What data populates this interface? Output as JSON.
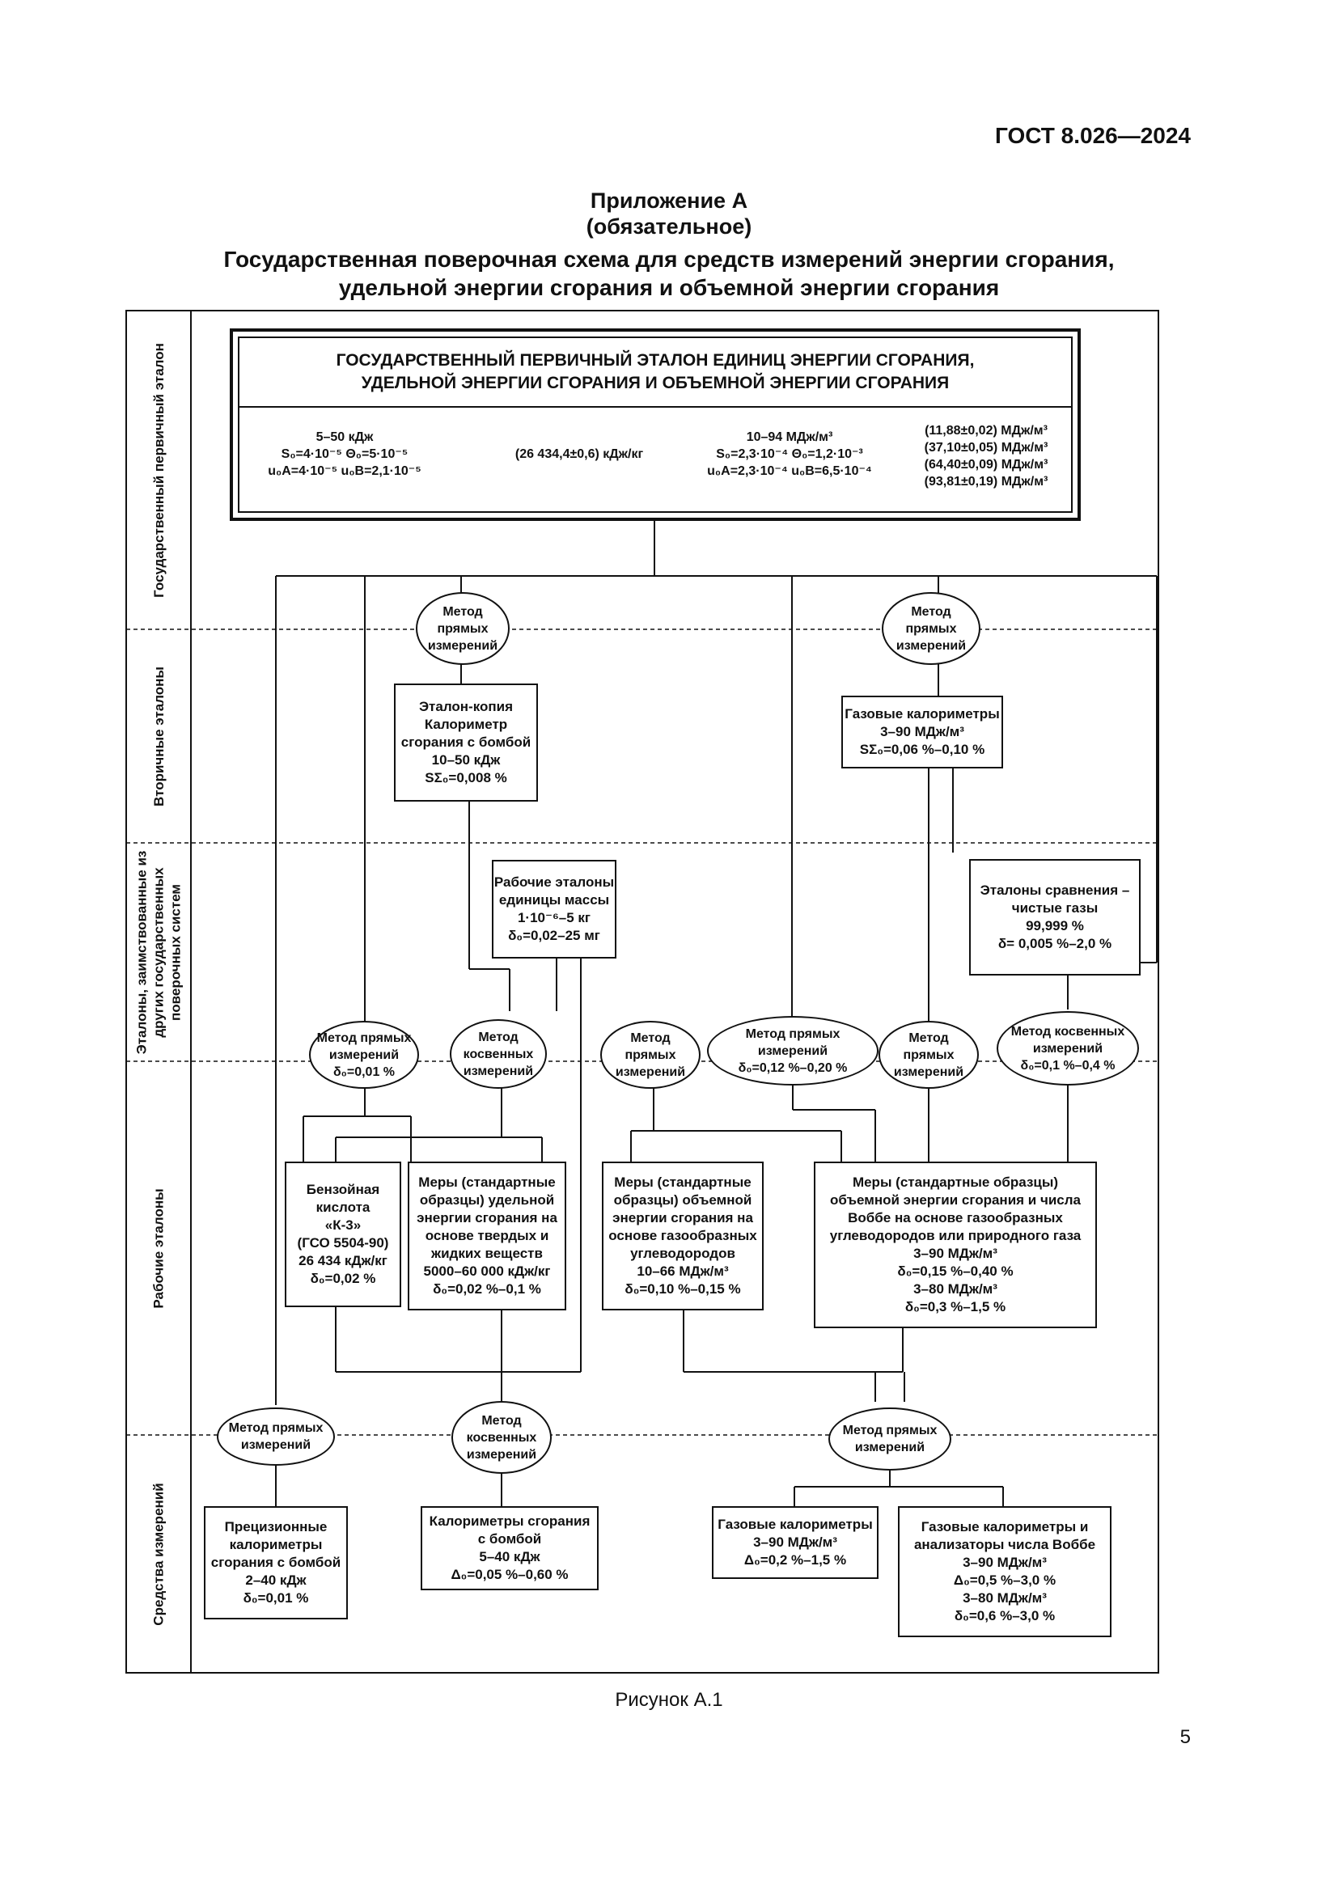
{
  "header": {
    "standard": "ГОСТ 8.026—2024",
    "appendix_title": "Приложение А",
    "appendix_status": "(обязательное)",
    "scheme_title_line1": "Государственная поверочная схема для средств измерений энергии сгорания,",
    "scheme_title_line2": "удельной энергии сгорания и объемной энергии сгорания"
  },
  "levels": {
    "primary": "Государственный первичный эталон",
    "secondary": "Вторичные эталоны",
    "borrowed_line1": "Эталоны, заимствованные из",
    "borrowed_line2": "других государственных",
    "borrowed_line3": "поверочных систем",
    "working": "Рабочие эталоны",
    "instruments": "Средства измерений"
  },
  "primary_standard": {
    "title_line1": "ГОСУДАРСТВЕННЫЙ ПЕРВИЧНЫЙ ЭТАЛОН ЕДИНИЦ ЭНЕРГИИ СГОРАНИЯ,",
    "title_line2": "УДЕЛЬНОЙ ЭНЕРГИИ СГОРАНИЯ И ОБЪЕМНОЙ ЭНЕРГИИ СГОРАНИЯ",
    "col1": [
      "5–50 кДж",
      "S₀=4·10⁻⁵  Θ₀=5·10⁻⁵",
      "u₀A=4·10⁻⁵ u₀B=2,1·10⁻⁵"
    ],
    "col2": "(26 434,4±0,6) кДж/кг",
    "col3": [
      "10–94 МДж/м³",
      "S₀=2,3·10⁻⁴  Θ₀=1,2·10⁻³",
      "u₀A=2,3·10⁻⁴ u₀B=6,5·10⁻⁴"
    ],
    "col4": [
      "(11,88±0,02) МДж/м³",
      "(37,10±0,05) МДж/м³",
      "(64,40±0,09) МДж/м³",
      "(93,81±0,19) МДж/м³"
    ]
  },
  "methods": {
    "sec_left": [
      "Метод",
      "прямых",
      "измерений"
    ],
    "sec_right": [
      "Метод",
      "прямых",
      "измерений"
    ],
    "w1": [
      "Метод прямых",
      "измерений",
      "δ₀=0,01 %"
    ],
    "w2": [
      "Метод",
      "косвенных",
      "измерений"
    ],
    "w3": [
      "Метод",
      "прямых",
      "измерений"
    ],
    "w4": [
      "Метод прямых",
      "измерений",
      "δ₀=0,12 %–0,20 %"
    ],
    "w5": [
      "Метод",
      "прямых",
      "измерений"
    ],
    "w6": [
      "Метод косвенных",
      "измерений",
      "δ₀=0,1 %–0,4 %"
    ],
    "m1": [
      "Метод прямых",
      "измерений"
    ],
    "m2": [
      "Метод",
      "косвенных",
      "измерений"
    ],
    "m3": [
      "Метод прямых",
      "измерений"
    ]
  },
  "secondary_boxes": {
    "copy": [
      "Эталон-копия",
      "Калориметр",
      "сгорания с бомбой",
      "10–50 кДж",
      "SΣ₀=0,008 %"
    ],
    "gas": [
      "Газовые калориметры",
      "3–90 МДж/м³",
      "SΣ₀=0,06 %–0,10 %"
    ]
  },
  "borrowed_boxes": {
    "mass": [
      "Рабочие эталоны",
      "единицы массы",
      "1·10⁻⁶–5 кг",
      "δ₀=0,02–25 мг"
    ],
    "gases": [
      "Эталоны сравнения –",
      "чистые газы",
      "99,999 %",
      "δ= 0,005 %–2,0 %"
    ]
  },
  "working_boxes": {
    "benzoic": [
      "Бензойная",
      "кислота",
      "«К-3»",
      "(ГСО 5504-90)",
      "26 434 кДж/кг",
      "δ₀=0,02 %"
    ],
    "solid": [
      "Меры (стандартные",
      "образцы) удельной",
      "энергии сгорания на",
      "основе твердых и",
      "жидких веществ",
      "5000–60 000 кДж/кг",
      "δ₀=0,02 %–0,1 %"
    ],
    "gasvol": [
      "Меры (стандартные",
      "образцы) объемной",
      "энергии сгорания на",
      "основе газообразных",
      "углеводородов",
      "10–66 МДж/м³",
      "δ₀=0,10 %–0,15 %"
    ],
    "wobbe": [
      "Меры (стандартные образцы)",
      "объемной энергии сгорания и числа",
      "Воббе на основе газообразных",
      "углеводородов или природного газа",
      "3–90 МДж/м³",
      "δ₀=0,15 %–0,40 %",
      "3–80 МДж/м³",
      "δ₀=0,3 %–1,5 %"
    ]
  },
  "instrument_boxes": {
    "precision": [
      "Прецизионные",
      "калориметры",
      "сгорания с бомбой",
      "2–40 кДж",
      "δ₀=0,01 %"
    ],
    "bomb": [
      "Калориметры сгорания",
      "с бомбой",
      "5–40 кДж",
      "Δ₀=0,05 %–0,60 %"
    ],
    "gascal": [
      "Газовые калориметры",
      "3–90 МДж/м³",
      "Δ₀=0,2 %–1,5 %"
    ],
    "gaswobbe": [
      "Газовые калориметры и",
      "анализаторы числа Воббе",
      "3–90 МДж/м³",
      "Δ₀=0,5 %–3,0 %",
      "3–80 МДж/м³",
      "δ₀=0,6 %–3,0 %"
    ]
  },
  "footer": {
    "figure_caption": "Рисунок А.1",
    "page_number": "5"
  }
}
